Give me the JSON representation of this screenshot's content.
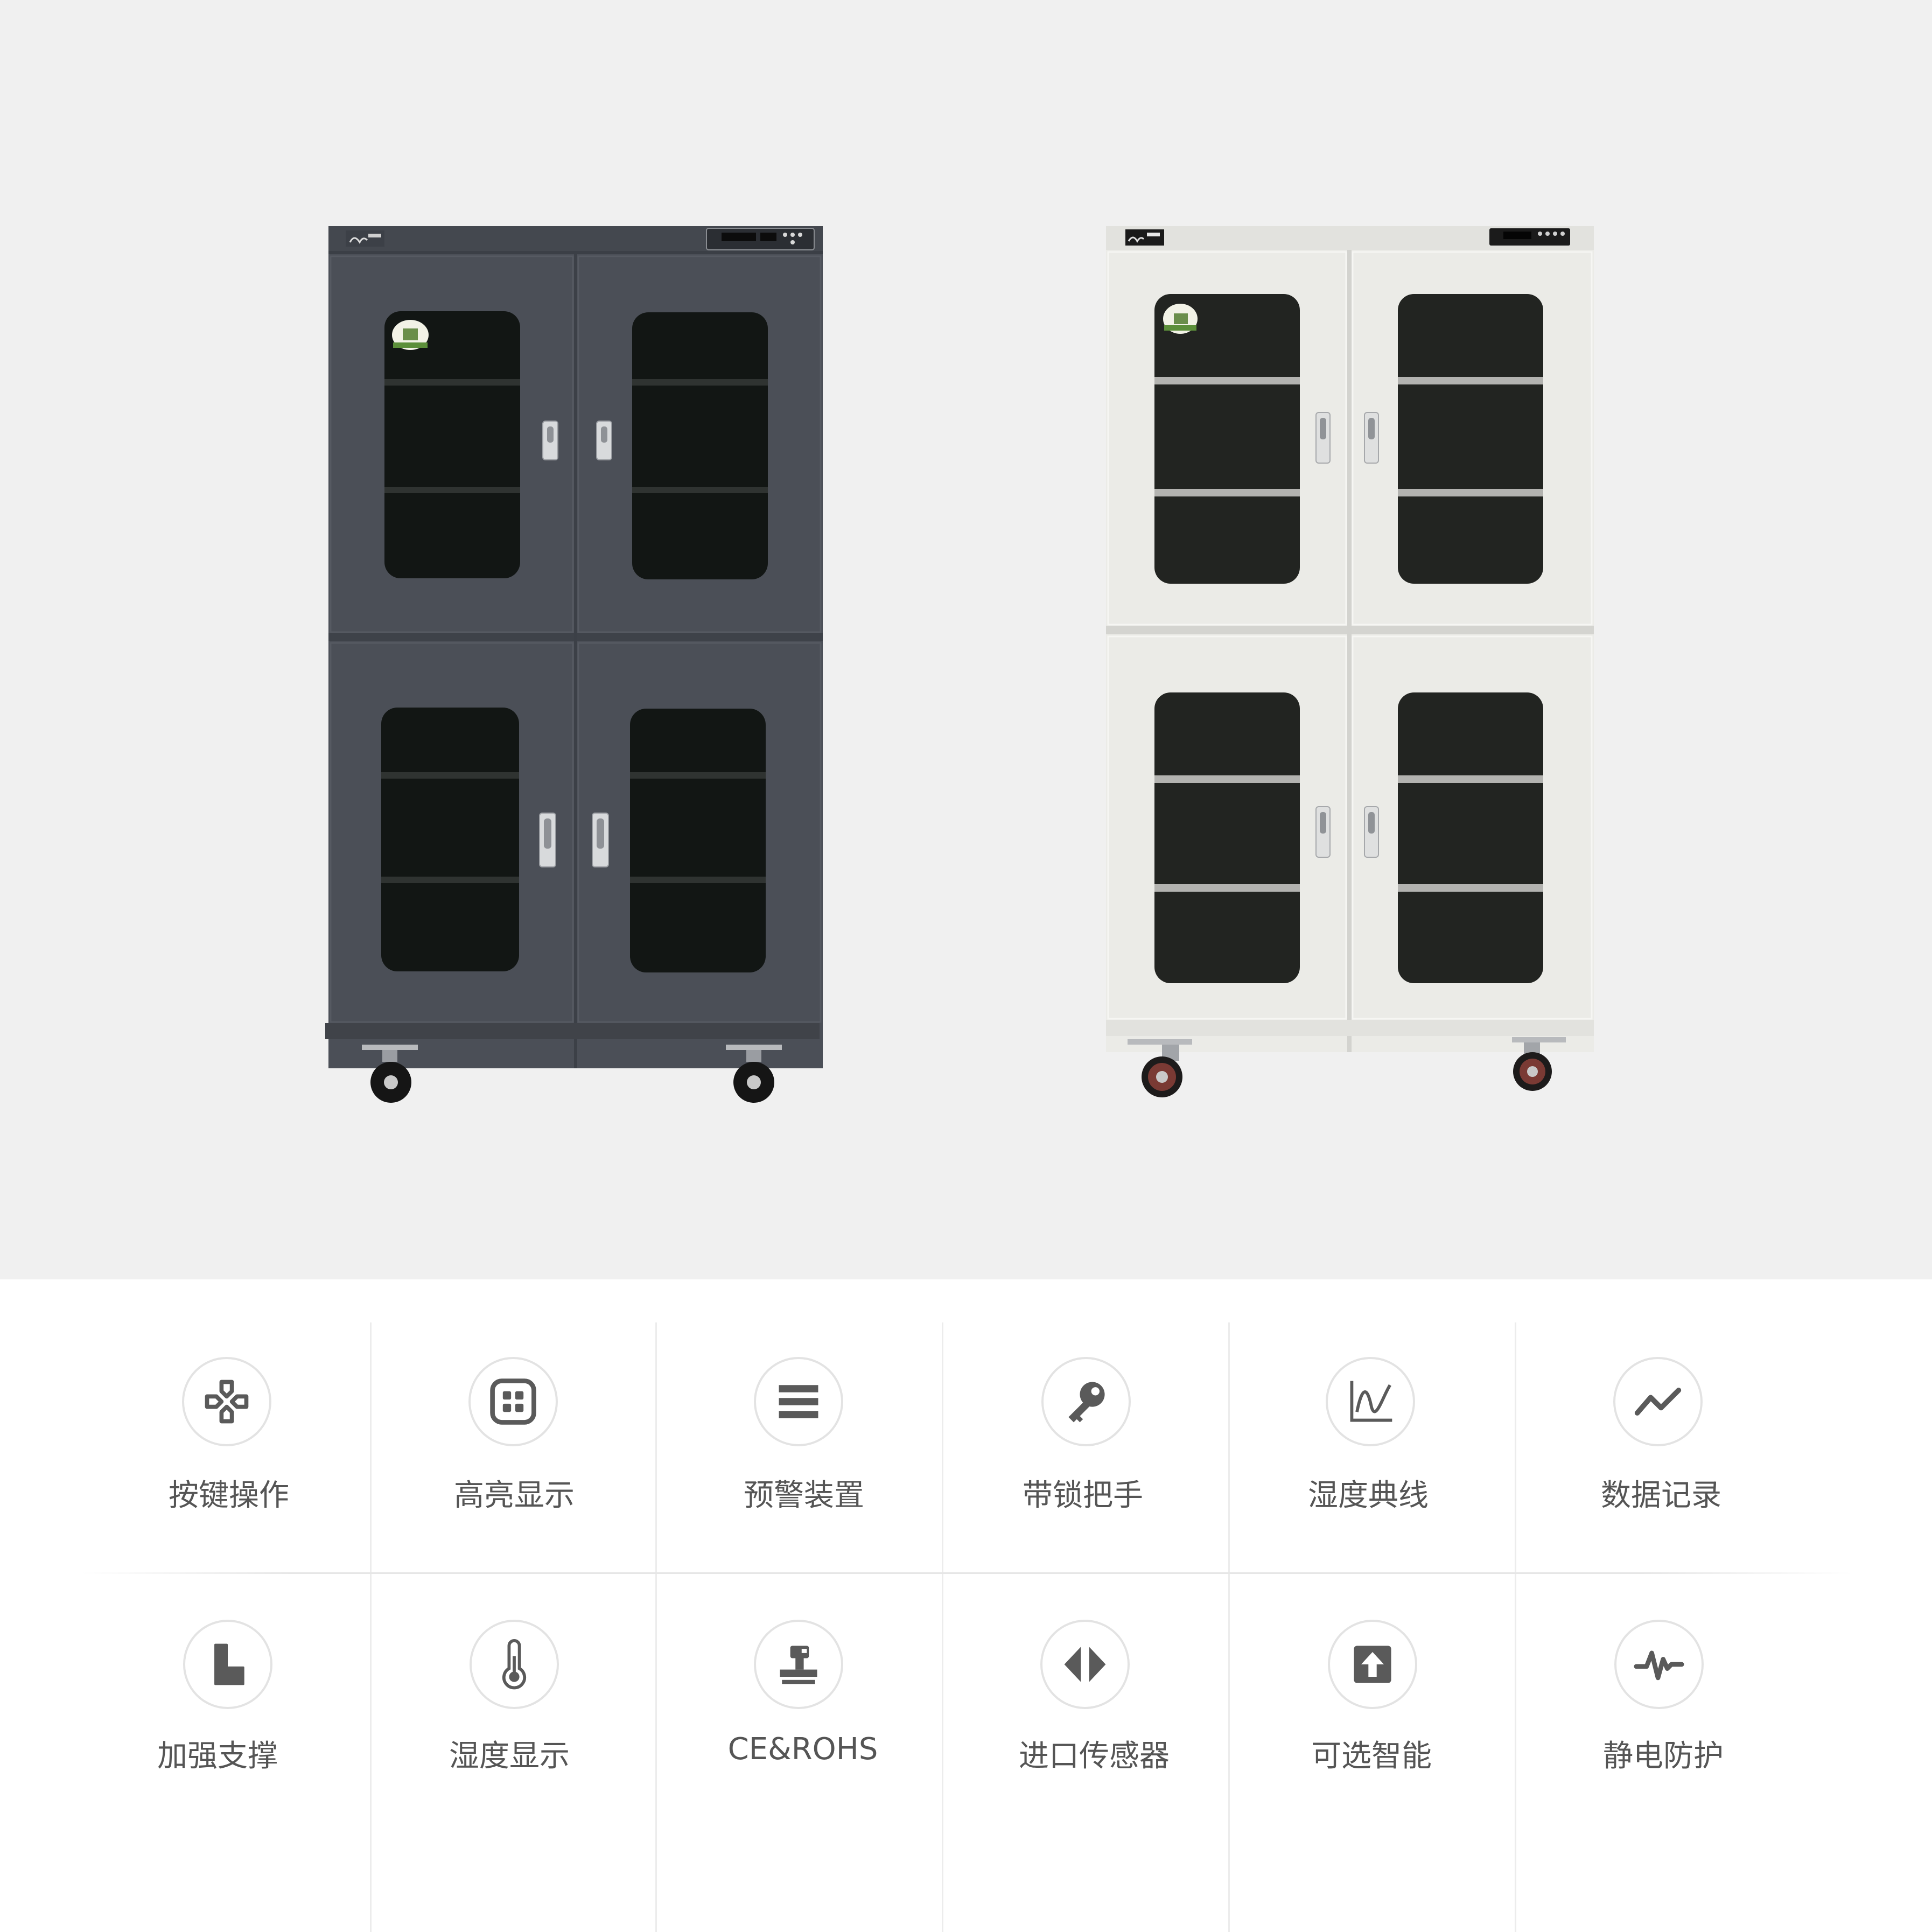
{
  "products": [
    {
      "variant": "dark",
      "body_color": "#4b4f57",
      "window_color": "#121614"
    },
    {
      "variant": "light",
      "body_color": "#ebebe7",
      "window_color": "#222421"
    }
  ],
  "features": [
    {
      "icon": "keypad-icon",
      "label": "按键操作"
    },
    {
      "icon": "display-grid-icon",
      "label": "高亮显示"
    },
    {
      "icon": "menu-bars-icon",
      "label": "预警装置"
    },
    {
      "icon": "key-icon",
      "label": "带锁把手"
    },
    {
      "icon": "curve-chart-icon",
      "label": "湿度典线"
    },
    {
      "icon": "trend-line-icon",
      "label": "数据记录"
    },
    {
      "icon": "l-bracket-icon",
      "label": "加强支撑"
    },
    {
      "icon": "thermometer-icon",
      "label": "湿度显示"
    },
    {
      "icon": "stamp-icon",
      "label": "CE&ROHS"
    },
    {
      "icon": "left-right-arrows-icon",
      "label": "进口传感器"
    },
    {
      "icon": "upload-box-icon",
      "label": "可选智能"
    },
    {
      "icon": "pulse-wave-icon",
      "label": "静电防护"
    }
  ],
  "colors": {
    "hero_bg": "#f0f0f0",
    "icon_gray": "#5a5a5a",
    "label_gray": "#555555"
  }
}
